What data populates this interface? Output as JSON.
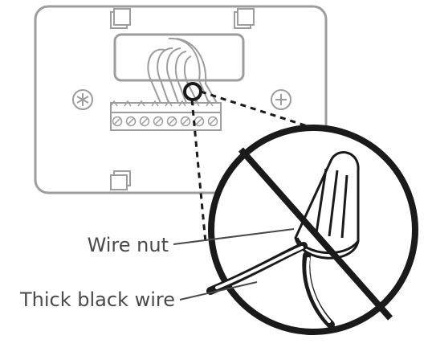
{
  "labels": {
    "wire_nut": "Wire nut",
    "thick_black_wire": "Thick black wire"
  },
  "colors": {
    "plate_outline": "#9d9d9d",
    "line": "#1a1a1a",
    "label_text": "#4a4a4a",
    "fill": "#ffffff"
  },
  "icons": [
    "screw-icon",
    "terminal-block",
    "prohibition-sign",
    "wire-nut",
    "mounting-tab"
  ]
}
